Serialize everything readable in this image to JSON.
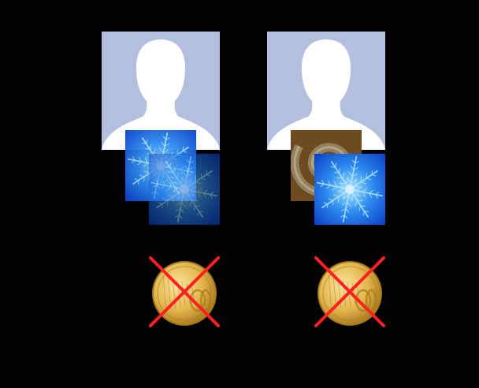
{
  "colors": {
    "background": "#000000",
    "avatar_bg": "#b4bfde",
    "avatar_silhouette": "#ffffff",
    "fractal_bg": "#0a3fc8",
    "fractal_glow": "#aee8ff",
    "spiral_bg": "#6e4a20",
    "spiral_arm": "#9a8a6a",
    "coin_gold": "#e2b64c",
    "coin_shadow": "#a87a1c",
    "cross_red": "#ff2020"
  },
  "icons": {
    "avatar": "default-profile-silhouette",
    "fractal": "blue-fractal-ice-tile",
    "spiral": "brown-spiral-tile",
    "coin": "euro-coin-crossed-out"
  },
  "columns": [
    {
      "id": "left",
      "avatar": "default-profile-silhouette",
      "tiles": [
        "blue-fractal-ice-tile",
        "blue-fractal-ice-tile"
      ],
      "tile_opacity": [
        0.95,
        0.55
      ],
      "coin_status": "crossed-out"
    },
    {
      "id": "right",
      "avatar": "default-profile-silhouette",
      "tiles": [
        "brown-spiral-tile",
        "blue-fractal-ice-tile"
      ],
      "tile_opacity": [
        1.0,
        1.0
      ],
      "coin_status": "crossed-out"
    }
  ]
}
